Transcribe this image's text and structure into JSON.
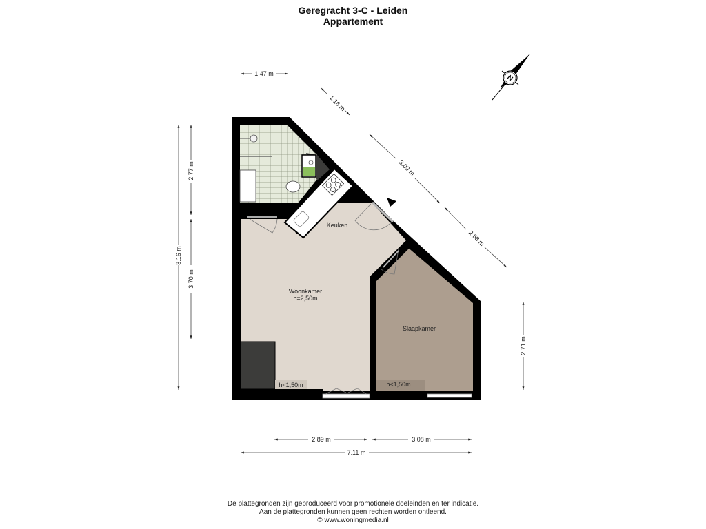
{
  "header": {
    "title": "Geregracht 3-C - Leiden",
    "subtitle": "Appartement"
  },
  "rooms": {
    "woonkamer": {
      "label": "Woonkamer",
      "height": "h=2,50m",
      "color": "#e0d8cf"
    },
    "keuken": {
      "label": "Keuken",
      "color": "#e0d8cf"
    },
    "slaapkamer": {
      "label": "Slaapkamer",
      "color": "#ad9e8f"
    },
    "badkamer": {
      "label": "",
      "color": "#e5eadb"
    },
    "low_height_woonkamer": "h<1,50m",
    "low_height_slaapkamer": "h<1,50m"
  },
  "dimensions": {
    "top_width": "1.47 m",
    "diag_short": "1.16 m",
    "diag_upper": "3.09 m",
    "diag_lower": "2.68 m",
    "left_total": "8.16 m",
    "left_upper": "2.77 m",
    "left_lower": "3.70 m",
    "right_height": "2.71 m",
    "bottom_left": "2.89 m",
    "bottom_right": "3.08 m",
    "bottom_total": "7.11 m"
  },
  "compass": {
    "label": "N",
    "icon": "north-arrow-icon"
  },
  "entrance_marker": {
    "icon": "entrance-triangle-icon"
  },
  "footer": {
    "line1": "De plattegronden zijn geproduceerd voor promotionele doeleinden en ter indicatie.",
    "line2": "Aan de plattegronden kunnen geen rechten worden ontleend.",
    "line3": "© www.woningmedia.nl"
  },
  "colors": {
    "wall": "#000000",
    "living": "#e0d8cf",
    "bedroom": "#ad9e8f",
    "bathroom_tile": "#e5eadb",
    "dark_block": "#3c3c3a",
    "low_zone_living": "#cfc7bd",
    "low_zone_bedroom": "#9c8e80"
  }
}
